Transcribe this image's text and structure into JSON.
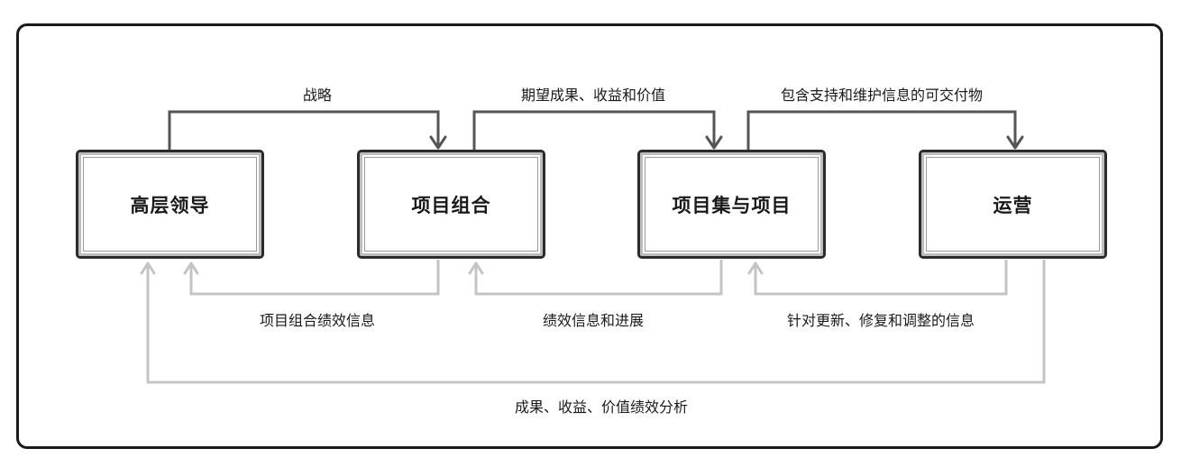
{
  "nodes": {
    "leadership": "高层领导",
    "portfolio": "项目组合",
    "programs": "项目集与项目",
    "operations": "运营"
  },
  "edges": {
    "strategy": "战略",
    "expected_outcomes": "期望成果、收益和价值",
    "deliverables": "包含支持和维护信息的可交付物",
    "portfolio_performance": "项目组合绩效信息",
    "performance_progress": "绩效信息和进展",
    "update_info": "针对更新、修复和调整的信息",
    "value_analysis": "成果、收益、价值绩效分析"
  },
  "colors": {
    "dark_arrow": "#555555",
    "light_arrow": "#c4c4c4",
    "border": "#1a1a1a"
  }
}
